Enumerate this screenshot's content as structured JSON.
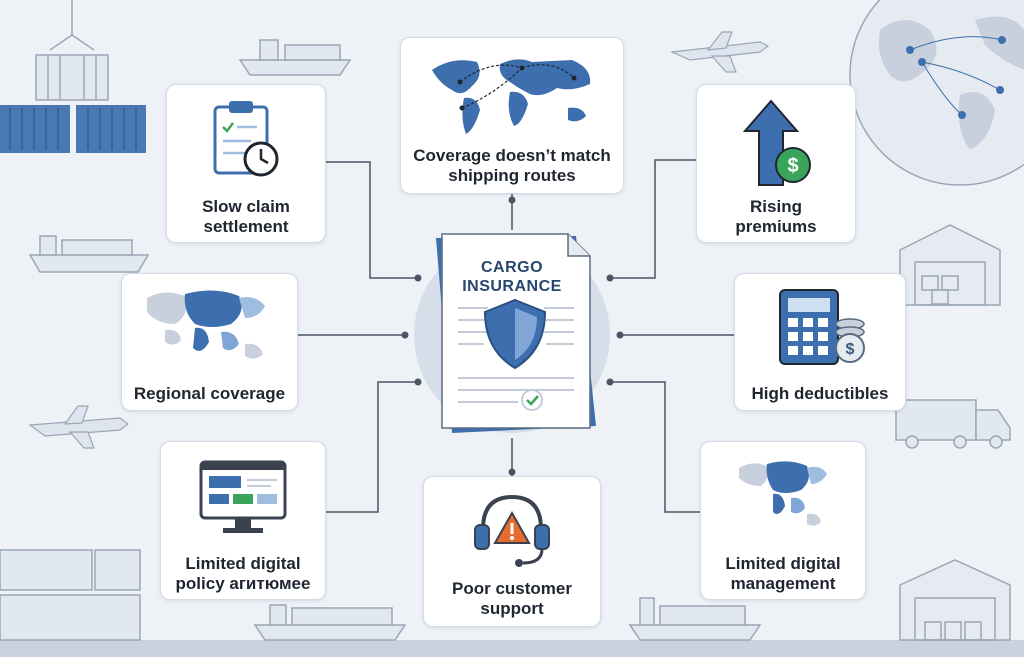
{
  "center": {
    "title_line1": "CARGO",
    "title_line2": "INSURANCE"
  },
  "nodes": {
    "coverage_routes": {
      "line1": "Coverage doesn’t match",
      "line2": "shipping routes"
    },
    "slow_claim": {
      "line1": "Slow claim",
      "line2": "settlement"
    },
    "rising_premiums": {
      "line1": "Rising",
      "line2": "premiums"
    },
    "regional_coverage": {
      "line1": "Regional coverage"
    },
    "high_deductibles": {
      "line1": "High deductibles"
    },
    "digital_policy": {
      "line1": "Limited digital",
      "line2": "policy агитюмее"
    },
    "customer_support": {
      "line1": "Poor customer",
      "line2": "support"
    },
    "digital_management": {
      "line1": "Limited digital",
      "line2": "management"
    }
  },
  "colors": {
    "accent_blue": "#3d6fae",
    "light_blue": "#9fbddf",
    "connector": "#4a5566",
    "background": "#eef2f7",
    "green": "#3aa55a",
    "warning_orange": "#e56b2e"
  }
}
